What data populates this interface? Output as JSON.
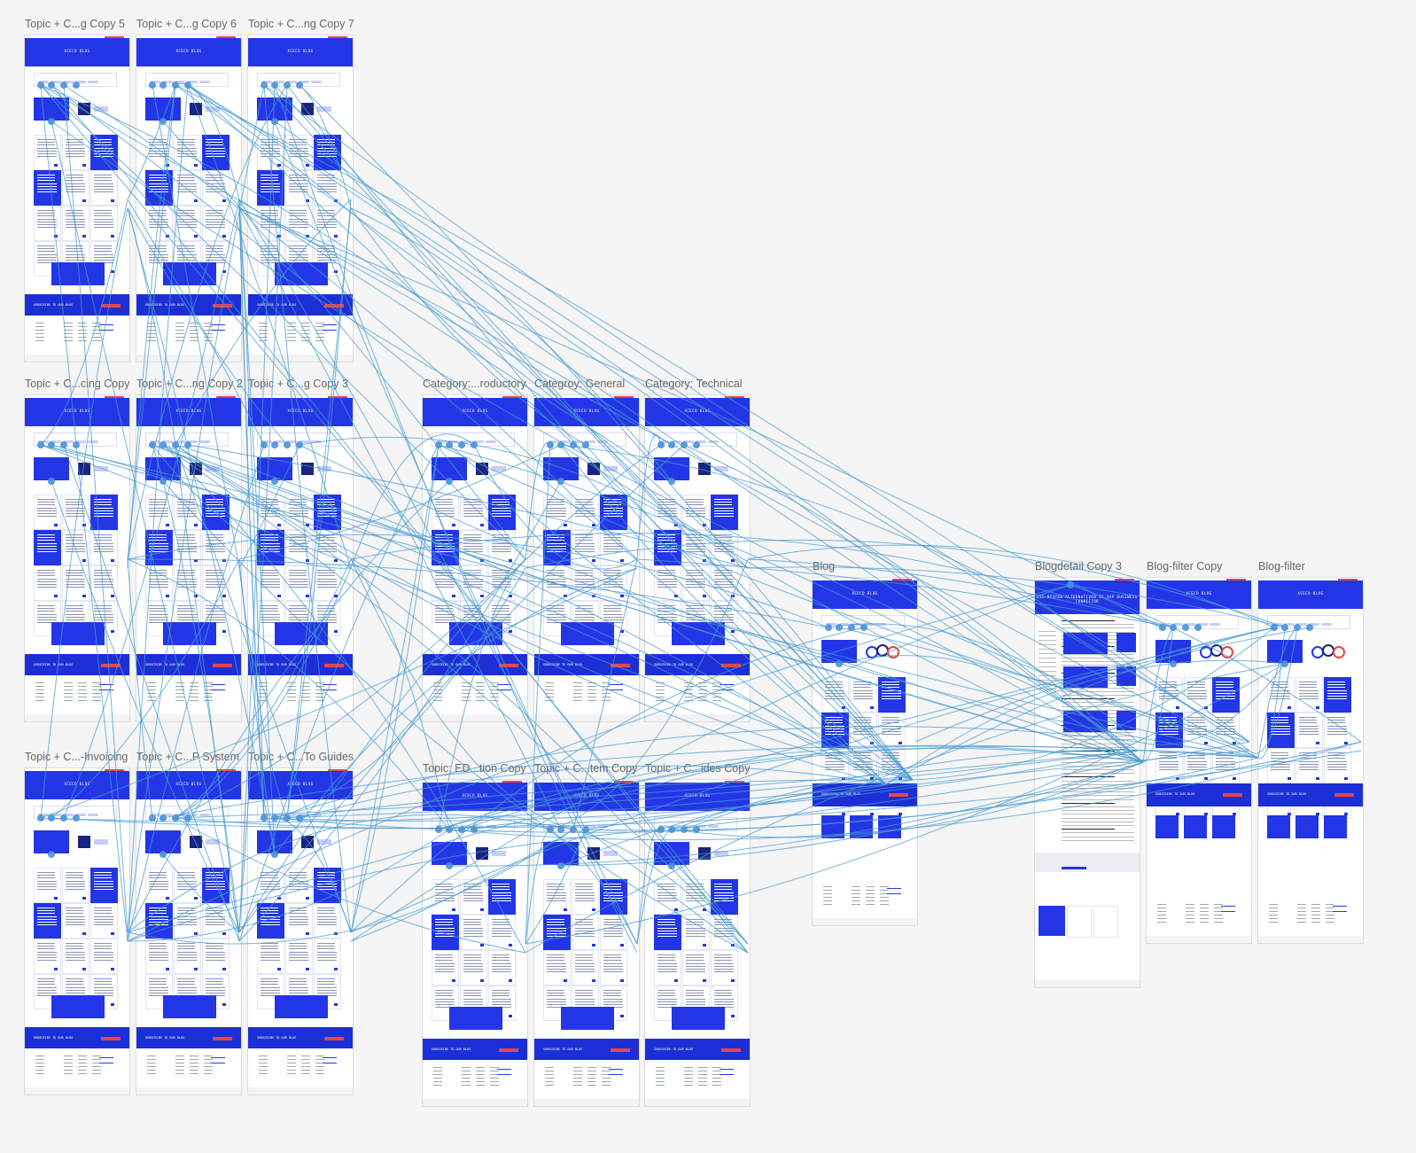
{
  "canvas": {
    "background": "#f5f5f5",
    "accent": "#2336e6",
    "danger": "#e84545",
    "link_color": "#4a9bd0"
  },
  "artboards": [
    {
      "id": "tcc5",
      "label": "Topic + C...g Copy 5",
      "hero_title": "XCECO BLOG"
    },
    {
      "id": "tcc6",
      "label": "Topic + C...g Copy 6",
      "hero_title": "XCECO BLOG"
    },
    {
      "id": "tcc7",
      "label": "Topic + C...ng Copy 7",
      "hero_title": "XCECO BLOG"
    },
    {
      "id": "tcic",
      "label": "Topic + C...cing Copy",
      "hero_title": "XCECO BLOG"
    },
    {
      "id": "tcc2",
      "label": "Topic + C...ng Copy 2",
      "hero_title": "XCECO BLOG"
    },
    {
      "id": "tcc3",
      "label": "Topic + C...g Copy 3",
      "hero_title": "XCECO BLOG"
    },
    {
      "id": "tci",
      "label": "Topic + C...-Invoicing",
      "hero_title": "XCECO BLOG"
    },
    {
      "id": "tcps",
      "label": "Topic + C...P System",
      "hero_title": "XCECO BLOG"
    },
    {
      "id": "tctg",
      "label": "Topic + C...To Guides",
      "hero_title": "XCECO BLOG"
    },
    {
      "id": "cati",
      "label": "Category:...roductory",
      "hero_title": "XCECO BLOG"
    },
    {
      "id": "catg",
      "label": "Categroy: General",
      "hero_title": "XCECO BLOG"
    },
    {
      "id": "catt",
      "label": "Category: Technical",
      "hero_title": "XCECO BLOG"
    },
    {
      "id": "ted",
      "label": "Topic: ED...tion Copy",
      "hero_title": "XCECO BLOG"
    },
    {
      "id": "tcsc",
      "label": "Topic + C...tem Copy",
      "hero_title": "XCECO BLOG"
    },
    {
      "id": "tcgc",
      "label": "Topic + C...ides Copy",
      "hero_title": "XCECO BLOG"
    },
    {
      "id": "blog",
      "label": "Blog",
      "hero_title": "XCECO BLOG"
    },
    {
      "id": "bd3",
      "label": "Blogdetail Copy 3",
      "hero_title": "DIE BESTEN ALTERNATIVEN ZU SAP BUSINESS CONNECTOR"
    },
    {
      "id": "bfc",
      "label": "Blog-filter Copy",
      "hero_title": "XCECO BLOG"
    },
    {
      "id": "bf",
      "label": "Blog-filter",
      "hero_title": "XCECO BLOG"
    }
  ],
  "common": {
    "subscribe_text": "SUBSCRIBE TO OUR BLOG"
  }
}
